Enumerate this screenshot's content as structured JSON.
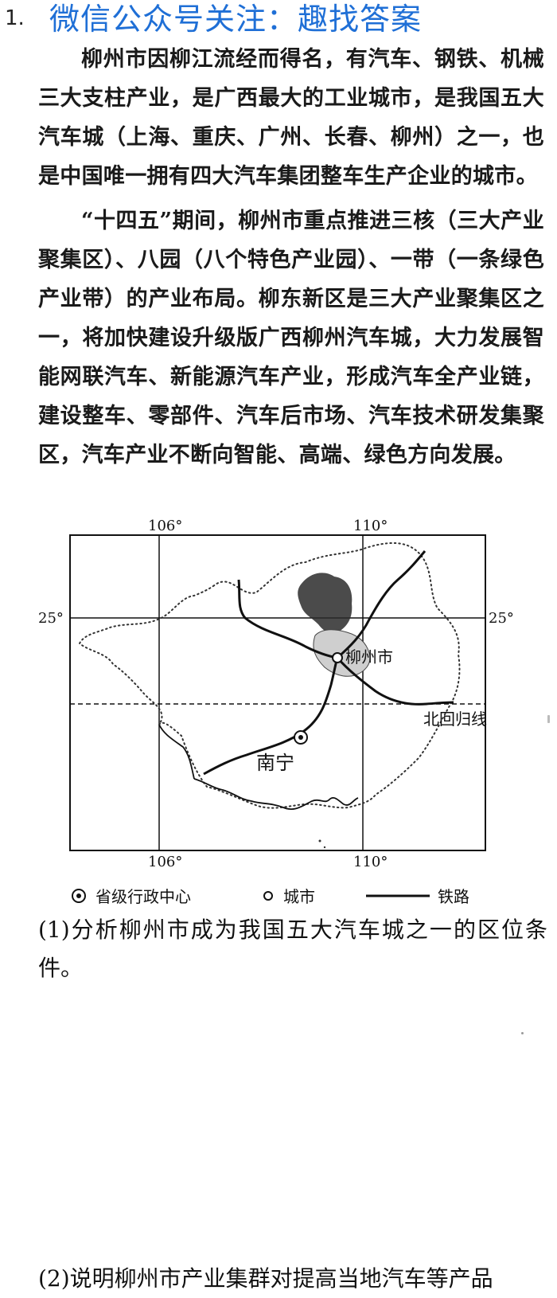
{
  "question": {
    "number": "1.",
    "watermark": "微信公众号关注：趣找答案",
    "paragraphs": [
      "柳州市因柳江流经而得名，有汽车、钢铁、机械三大支柱产业，是广西最大的工业城市，是我国五大汽车城（上海、重庆、广州、长春、柳州）之一，也是中国唯一拥有四大汽车集团整车生产企业的城市。",
      "“十四五”期间，柳州市重点推进三核（三大产业聚集区）、八园（八个特色产业园）、一带（一条绿色产业带）的产业布局。柳东新区是三大产业聚集区之一，将加快建设升级版广西柳州汽车城，大力发展智能网联汽车、新能源汽车产业，形成汽车全产业链，建设整车、零部件、汽车后市场、汽车技术研发集聚区，汽车产业不断向智能、高端、绿色方向发展。"
    ]
  },
  "map": {
    "lon_labels": [
      "106°",
      "110°"
    ],
    "lat_label": "25°",
    "city_label": "柳州市",
    "capital_label": "南宁",
    "tropic_label": "北回归线"
  },
  "legend": {
    "capital": "省级行政中心",
    "city": "城市",
    "railway": "铁路"
  },
  "subquestions": [
    "(1)分析柳州市成为我国五大汽车城之一的区位条件。",
    "(2)说明柳州市产业集群对提高当地汽车等产品"
  ]
}
